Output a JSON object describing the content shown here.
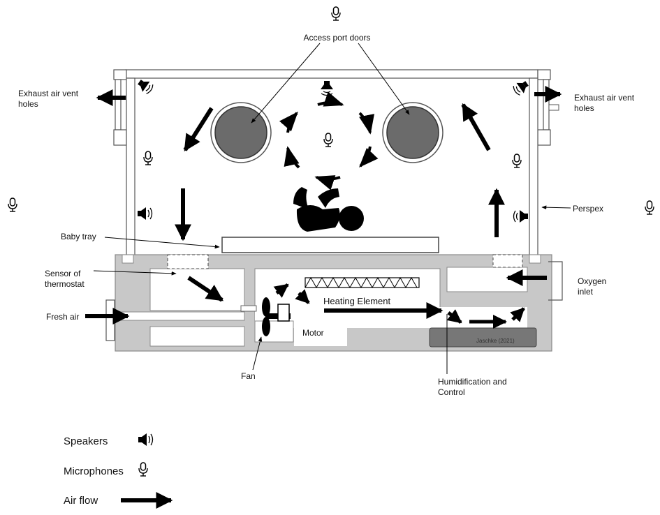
{
  "labels": {
    "access_port_doors": "Access port doors",
    "exhaust_left": "Exhaust air vent\nholes",
    "exhaust_right": "Exhaust air vent\nholes",
    "perspex": "Perspex",
    "baby_tray": "Baby tray",
    "sensor": "Sensor of\nthermostat",
    "fresh_air": "Fresh air",
    "heating_element": "Heating Element",
    "motor": "Motor",
    "fan": "Fan",
    "oxygen_inlet": "Oxygen\ninlet",
    "humidification": "Humidification and\nControl",
    "credit": "Jaschke (2021)"
  },
  "legend": {
    "speakers": "Speakers",
    "microphones": "Microphones",
    "air_flow": "Air flow"
  },
  "colors": {
    "base_gray": "#c8c8c8",
    "dark_gray": "#7a7a7a",
    "outline": "#555555",
    "arrow": "#000000",
    "door_fill": "#666666"
  },
  "icons": [
    "speaker-icon",
    "microphone-icon",
    "air-flow-arrow-icon",
    "baby-silhouette-icon"
  ]
}
